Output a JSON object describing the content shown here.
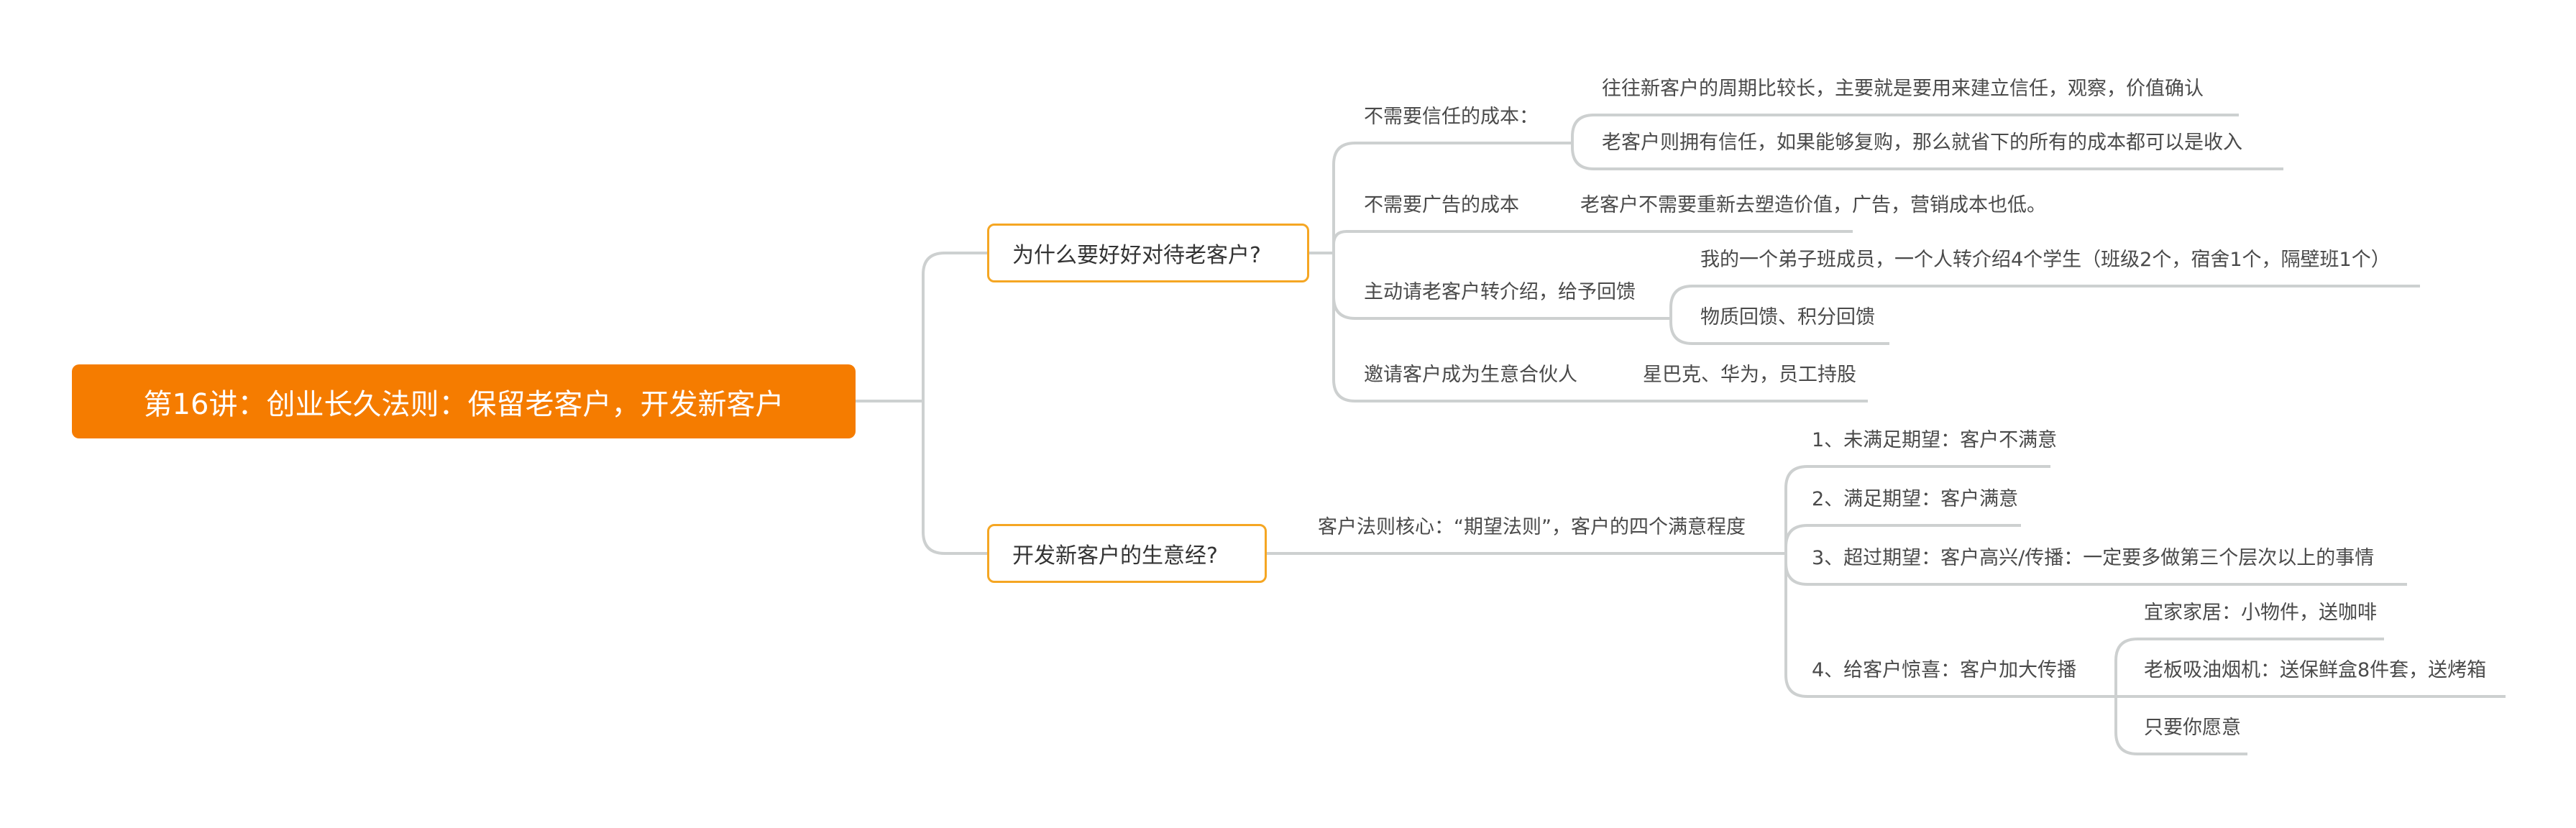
{
  "root": {
    "title": "第16讲：创业长久法则：保留老客户，开发新客户"
  },
  "branch_old": {
    "title": "为什么要好好对待老客户?",
    "items": [
      {
        "label": "不需要信任的成本：",
        "children": [
          "往往新客户的周期比较长，主要就是要用来建立信任，观察，价值确认",
          "老客户则拥有信任，如果能够复购，那么就省下的所有的成本都可以是收入"
        ]
      },
      {
        "label": "不需要广告的成本",
        "note": "老客户不需要重新去塑造价值，广告，营销成本也低。"
      },
      {
        "label": "主动请老客户转介绍，给予回馈",
        "children": [
          "我的一个弟子班成员，一个人转介绍4个学生（班级2个，宿舍1个，隔壁班1个）",
          "物质回馈、积分回馈"
        ]
      },
      {
        "label": "邀请客户成为生意合伙人",
        "note": "星巴克、华为，员工持股"
      }
    ]
  },
  "branch_new": {
    "title": "开发新客户的生意经?",
    "core": "客户法则核心：“期望法则”，客户的四个满意程度",
    "items": [
      {
        "label": "1、未满足期望：客户不满意"
      },
      {
        "label": "2、满足期望：客户满意"
      },
      {
        "label": "3、超过期望：客户高兴/传播：一定要多做第三个层次以上的事情"
      },
      {
        "label": "4、给客户惊喜：客户加大传播",
        "children": [
          "宜家家居：小物件，送咖啡",
          "老板吸油烟机：送保鲜盒8件套，送烤箱",
          "只要你愿意"
        ]
      }
    ]
  },
  "colors": {
    "root": "#F57C00",
    "node_border": "#F5A623",
    "line": "#CDD0D0"
  }
}
